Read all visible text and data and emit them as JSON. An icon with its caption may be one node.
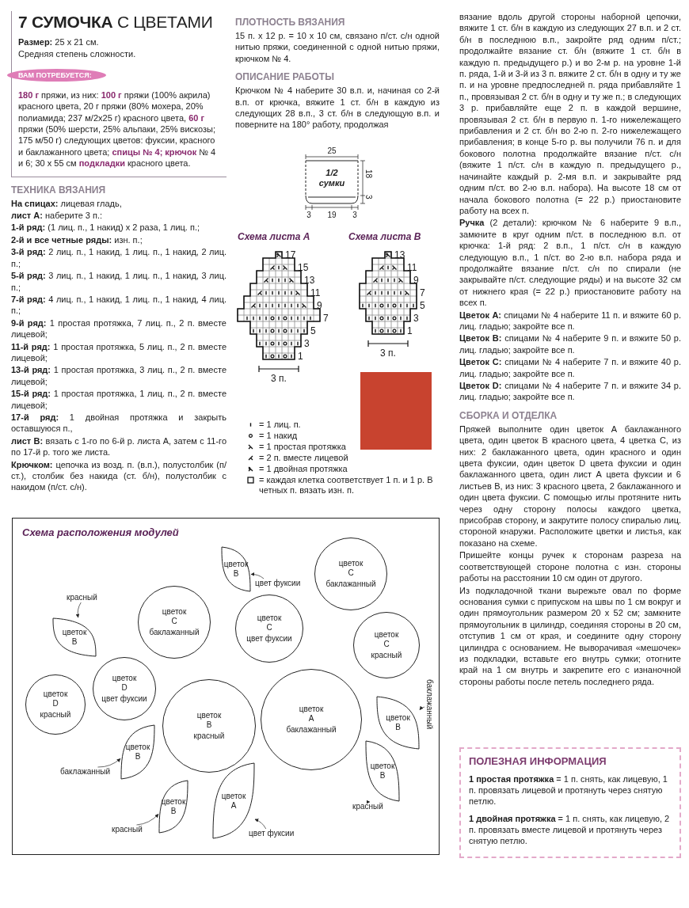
{
  "diagram": {
    "title": "**7 СУМОЧКА** С ЦВЕТАМИ",
    "nodes": [
      {
        "text": [
          "ВАМ ПОТРЕБУЕТСЯ:"
        ]
      },
      {
        "text": [
          "1/2 сумки"
        ]
      },
      {
        "text": [
          "ПОЛЕЗНАЯ ИНФОРМАЦИЯ",
          "**1 простая протяжка** = 1 п. снять, как лицевую, 1 п. провязать лицевой и протянуть через снятую петлю.",
          "**1 двойная протяжка** = 1 п. снять, как лицевую, 2 п. провязать вместе лицевой и протянуть через снятую петлю."
        ]
      },
      {
        "text": [
          "Схема расположения модулей"
        ]
      },
      {
        "text": [
          "цветок В"
        ],
        "in": 3
      },
      {
        "text": [
          "цвет фуксии"
        ],
        "in": 3
      },
      {
        "text": [
          "цветок С",
          "баклажанный"
        ],
        "in": 3
      },
      {
        "text": [
          "красный"
        ],
        "in": 3
      },
      {
        "text": [
          "цветок В"
        ],
        "in": 3
      },
      {
        "text": [
          "цветок С",
          "баклажанный"
        ],
        "in": 3
      },
      {
        "text": [
          "цветок С",
          "цвет фуксии"
        ],
        "in": 3
      },
      {
        "text": [
          "цветок С",
          "красный"
        ],
        "in": 3
      },
      {
        "text": [
          "цветок D",
          "цвет фуксии"
        ],
        "in": 3
      },
      {
        "text": [
          "баклажанный"
        ],
        "in": 3
      },
      {
        "text": [
          "цветок В"
        ],
        "in": 3
      },
      {
        "text": [
          "цветок D",
          "красный"
        ],
        "in": 3
      },
      {
        "text": [
          "цветок А",
          "баклажанный"
        ],
        "in": 3
      },
      {
        "text": [
          "цветок В",
          "красный"
        ],
        "in": 3
      },
      {
        "text": [
          "цветок В"
        ],
        "in": 3
      },
      {
        "text": [
          "цветок В"
        ],
        "in": 3
      },
      {
        "text": [
          "цветок А"
        ],
        "in": 3
      },
      {
        "text": [
          "баклажанный"
        ],
        "in": 3
      },
      {
        "text": [
          "цветок В"
        ],
        "in": 3
      },
      {
        "text": [
          "красный"
        ],
        "in": 3
      },
      {
        "text": [
          "красный"
        ],
        "in": 3
      },
      {
        "text": [
          "цвет фуксии"
        ],
        "in": 3
      }
    ],
    "edges": [
      {
        "from": 5,
        "to": 4,
        "arrow": "to"
      },
      {
        "from": 7,
        "to": 8,
        "arrow": "to"
      },
      {
        "from": 13,
        "to": 14,
        "arrow": "to"
      },
      {
        "from": 21,
        "to": 18,
        "arrow": "to"
      },
      {
        "from": 23,
        "to": 19,
        "arrow": "to"
      },
      {
        "from": 24,
        "to": 22,
        "arrow": "to"
      },
      {
        "from": 25,
        "to": 20,
        "arrow": "to"
      }
    ],
    "labels": [
      "**Размер:** 25 х 21 см.",
      "Средняя степень сложности.",
      "**180 г** пряжи, из них: **100 г** пряжи (100% акрила) красного цвета, 20 г пряжи (80% мохера, 20% полиамида; 237 м/2х25 г) красного цвета, **60 г** пряжи (50% шерсти, 25% альпаки, 25% вискозы; 175 м/50 г) следующих цветов: фуксии, красного и баклажанного цвета; **спицы № 4; крючок** № 4 и 6; 30 х 55 см **подкладки** красного цвета.",
      "ТЕХНИКА ВЯЗАНИЯ",
      "**На спицах:** лицевая гладь,",
      "**лист А:** наберите 3 п.:",
      "**1-й ряд:** (1 лиц. п., 1 накид) х 2 раза, 1 лиц. п.;",
      "**2-й и все четные ряды:** изн. п.;",
      "**3-й ряд:** 2 лиц. п., 1 накид, 1 лиц. п., 1 накид, 2 лиц. п.;",
      "**5-й ряд:** 3 лиц. п., 1 накид, 1 лиц. п., 1 накид, 3 лиц. п.;",
      "**7-й ряд:** 4 лиц. п., 1 накид, 1 лиц. п., 1 накид, 4 лиц. п.;",
      "**9-й ряд:** 1 простая протяжка, 7 лиц. п., 2 п. вместе лицевой;",
      "**11-й ряд:** 1 простая протяжка, 5 лиц. п., 2 п. вместе лицевой;",
      "**13-й ряд:** 1 простая протяжка, 3 лиц. п., 2 п. вместе лицевой;",
      "**15-й ряд:** 1 простая протяжка, 1 лиц. п., 2 п. вместе лицевой;",
      "**17-й ряд:** 1 двойная протяжка и закрыть оставшуюся п.,",
      "**лист В:** вязать с 1-го по 6-й р. листа А, затем с 11-го по 17-й р. того же листа.",
      "**Крючком:** цепочка из возд. п. (в.п.), полустолбик (п/ст.), столбик без накида (ст. б/н), полустолбик с накидом (п/ст. с/н).",
      "ПЛОТНОСТЬ ВЯЗАНИЯ",
      "15 п. х 12 р. = 10 х 10 см, связано п/ст. с/н одной нитью пряжи, соединенной с одной нитью пряжи, крючком № 4.",
      "ОПИСАНИЕ РАБОТЫ",
      "Крючком № 4 наберите 30 в.п. и, начиная со 2-й в.п. от крючка, вяжите 1 ст. б/н в каждую из следующих 28 в.п., 3 ст. б/н в следующую в.п. и поверните на 180° работу, продолжая",
      "25",
      "18",
      "3",
      "3",
      "19",
      "3",
      "Схема листа А",
      "17",
      "15",
      "13",
      "11",
      "9",
      "7",
      "5",
      "3",
      "1",
      "3 п.",
      "Схема листа В",
      "13",
      "11",
      "9",
      "7",
      "5",
      "3",
      "1",
      "3 п.",
      "вязание вдоль другой стороны наборной цепочки, вяжите 1 ст. б/н в каждую из следующих 27 в.п. и 2 ст. б/н в последнюю в.п., закройте ряд одним п/ст.; продолжайте вязание ст. б/н (вяжите 1 ст. б/н в каждую п. предыдущего р.) и во 2-м р. на уровне 1-й п. ряда, 1-й и 3-й из 3 п. вяжите 2 ст. б/н в одну и ту же п. и на уровне предпоследней п. ряда прибавляйте 1 п., провязывая 2 ст. б/н в одну и ту же п.; в следующих 3 р. прибавляйте еще 2 п. в каждой вершине, провязывая 2 ст. б/н в первую п. 1-го нижележащего прибавления и 2 ст. б/н во 2-ю п. 2-го нижележащего прибавления; в конце 5-го р. вы получили 76 п. и для бокового полотна продолжайте вязание п/ст. с/н (вяжите 1 п/ст. с/н в каждую п. предыдущего р., начинайте каждый р. 2-мя в.п. и закрывайте ряд одним п/ст. во 2-ю в.п. набора). На высоте 18 см от начала бокового полотна (= 22 р.) приостановите работу на всех п.",
      "**Ручка** (2 детали): крючком № 6 наберите 9 в.п., замкните в круг одним п/ст. в последнюю в.п. от крючка: 1-й ряд: 2 в.п., 1 п/ст. с/н в каждую следующую в.п., 1 п/ст. во 2-ю в.п. набора ряда и продолжайте вязание п/ст. с/н по спирали (не закрывайте п/ст. следующие ряды) и на высоте 32 см от нижнего края (= 22 р.) приостановите работу на всех п.",
      "**Цветок А:** спицами № 4 наберите 11 п. и вяжите 60 р. лиц. гладью; закройте все п.",
      "**Цветок В:** спицами № 4 наберите 9 п. и вяжите 50 р. лиц. гладью; закройте все п.",
      "**Цветок С:** спицами № 4 наберите 7 п. и вяжите 40 р. лиц. гладью; закройте все п.",
      "**Цветок D:** спицами № 4 наберите 7 п. и вяжите 34 р. лиц. гладью; закройте все п.",
      "СБОРКА И ОТДЕЛКА",
      "Пряжей выполните один цветок А баклажанного цвета, один цветок В красного цвета, 4 цветка С, из них: 2 баклажанного цвета, один красного и один цвета фуксии, один цветок D цвета фуксии и один баклажанного цвета, один лист А цвета фуксии и 6 листьев В, из них: 3 красного цвета, 2 баклажанного и один цвета фуксии. С помощью иглы протяните нить через одну сторону полосы каждого цветка, присобрав сторону, и закрутите полосу спиралью лиц. стороной кнаружи. Расположите цветки и листья, как показано на схеме.",
      "Пришейте концы ручек к сторонам разреза на соответствующей стороне полотна с изн. стороны работы на расстоянии 10 см один от другого.",
      "Из подкладочной ткани вырежьте овал по форме основания сумки с припуском на швы по 1 см вокруг и один прямоугольник размером 20 х 52 см; замкните прямоугольник в цилиндр, соединяя стороны в 20 см, отступив 1 см от края, и соедините одну сторону цилиндра с основанием. Не выворачивая «мешочек» из подкладки, вставьте его внутрь сумки; отогните край на 1 см внутрь и закрепите его с изнаночной стороны работы после петель последнего ряда."
    ],
    "legend": [
      {
        "text": "= 1 лиц. п."
      },
      {
        "text": "= 1 накид"
      },
      {
        "text": "= 1 простая протяжка"
      },
      {
        "text": "= 2 п. вместе лицевой"
      },
      {
        "text": "= 1 двойная протяжка"
      },
      {
        "text": "= каждая клетка соответствует 1 п. и 1 р. В четных п. вязать изн. п."
      }
    ]
  }
}
